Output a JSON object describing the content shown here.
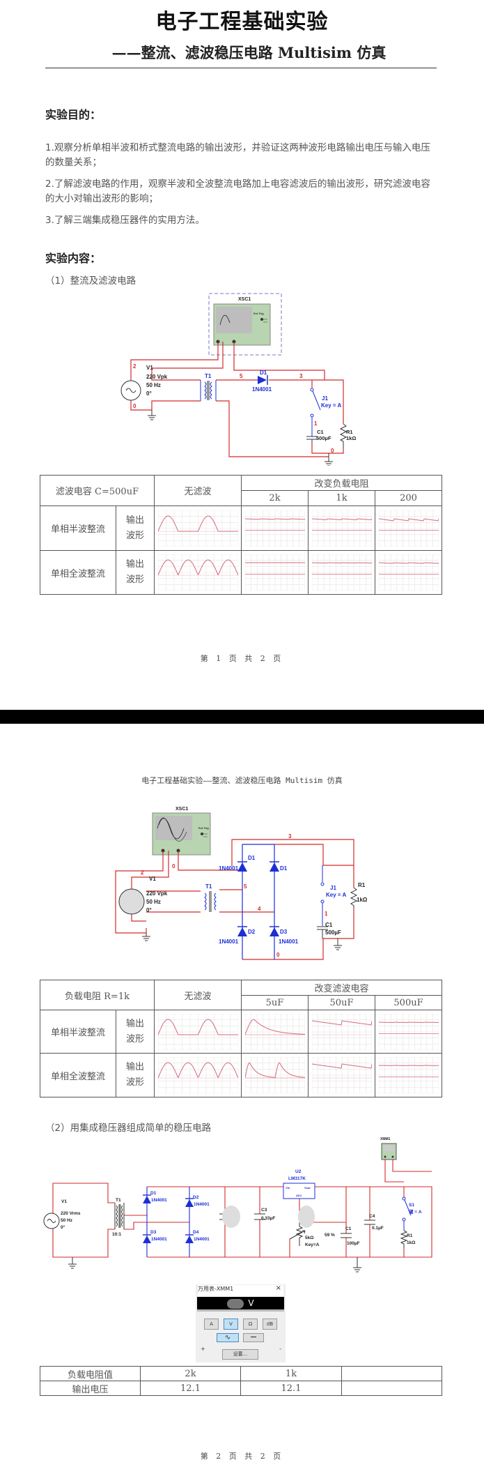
{
  "page1": {
    "title": "电子工程基础实验",
    "subtitle": "——整流、滤波稳压电路 Multisim 仿真",
    "purpose_heading": "实验目的：",
    "purpose": [
      "1.观察分析单相半波和桥式整流电路的输出波形，并验证这两种波形电路输出电压与输入电压的数量关系；",
      "2.了解滤波电路的作用，观察半波和全波整流电路加上电容滤波后的输出波形，研究滤波电容的大小对输出波形的影响；",
      "3.了解三端集成稳压器件的实用方法。"
    ],
    "content_heading": "实验内容：",
    "section1": "（1）整流及滤波电路",
    "circuit1": {
      "scope": "XSC1",
      "ext_trig": "Ext Trig",
      "v1": "V1",
      "v1_amp": "220 Vpk",
      "v1_freq": "50 Hz",
      "v1_phase": "0°",
      "t1": "T1",
      "d1": "D1",
      "d1_model": "1N4001",
      "j1": "J1",
      "j1_key": "Key = A",
      "c1": "C1",
      "c1_val": "500µF",
      "r1": "R1",
      "r1_val": "1kΩ",
      "nodes": [
        "2",
        "0",
        "5",
        "3",
        "1",
        "0"
      ]
    },
    "table1": {
      "corner": "滤波电容 C=500uF",
      "no_filter": "无滤波",
      "group": "改变负载电阻",
      "loads": [
        "2k",
        "1k",
        "200"
      ],
      "rows": [
        {
          "name": "单相半波整流",
          "sub": [
            "输出",
            "波形"
          ]
        },
        {
          "name": "单相全波整流",
          "sub": [
            "输出",
            "波形"
          ]
        }
      ]
    },
    "footer": "第 1 页 共 2 页"
  },
  "page2": {
    "running_head": "电子工程基础实验——整流、滤波稳压电路 Multisim 仿真",
    "circuit2": {
      "scope": "XSC1",
      "ext_trig": "Ext Trig",
      "v1": "V1",
      "v1_amp": "220 Vpk",
      "v1_freq": "50 Hz",
      "v1_phase": "0°",
      "t1": "T1",
      "d1": "D1",
      "d2": "D2",
      "d3": "D3",
      "d1b": "D1",
      "model": "1N4001",
      "j1": "J1",
      "j1_key": "Key = A",
      "c1": "C1",
      "c1_val": "500µF",
      "r1": "R1",
      "r1_val": "1kΩ",
      "nodes": [
        "2",
        "0",
        "3",
        "5",
        "4",
        "1",
        "0"
      ]
    },
    "table2": {
      "corner": "负载电阻 R=1k",
      "no_filter": "无滤波",
      "group": "改变滤波电容",
      "caps": [
        "5uF",
        "50uF",
        "500uF"
      ],
      "rows": [
        {
          "name": "单相半波整流",
          "sub": [
            "输出",
            "波形"
          ]
        },
        {
          "name": "单相全波整流",
          "sub": [
            "输出",
            "波形"
          ]
        }
      ]
    },
    "section2": "（2）用集成稳压器组成简单的稳压电路",
    "circuit3": {
      "v1": "V1",
      "v1_amp": "220 Vrms",
      "v1_freq": "50 Hz",
      "v1_phase": "0°",
      "t1": "T1",
      "t1_ratio": "10:1",
      "d1": "D1",
      "d2": "D2",
      "d3": "D3",
      "d4": "D4",
      "model": "1N4001",
      "c3": "C3",
      "c3_val": "0.33µF",
      "u2": "U2",
      "u2_model": "LM317K",
      "vin": "Vin",
      "vout": "Vout",
      "adj": "ADJ",
      "pot_val": "5kΩ",
      "pot_key": "Key=A",
      "pot_pct": "59 %",
      "c1": "C1",
      "c1_val": "100µF",
      "c4": "C4",
      "c4_val": "0.1µF",
      "s1": "S1",
      "s1_key": "键 = A",
      "r1": "R1",
      "r1_val": "1kΩ",
      "xmm": "XMM1"
    },
    "multimeter": {
      "title": "万用表-XMM1",
      "close": "×",
      "display_unit": "V",
      "modes": [
        "A",
        "V",
        "Ω",
        "dB"
      ],
      "selected_mode": "V",
      "ac": "∿",
      "dc": "—",
      "settings": "设置...",
      "plus": "+",
      "minus": "-"
    },
    "table3": {
      "headers": [
        "负载电阻值",
        "2k",
        "1k",
        ""
      ],
      "values": [
        "输出电压",
        "12.1",
        "12.1",
        ""
      ]
    },
    "footer": "第 2 页 共 2 页"
  },
  "colors": {
    "wire": "#d42a2a",
    "component": "#1c2fd6",
    "wave": "#d46a7a",
    "grid": "#e4e4e4"
  }
}
